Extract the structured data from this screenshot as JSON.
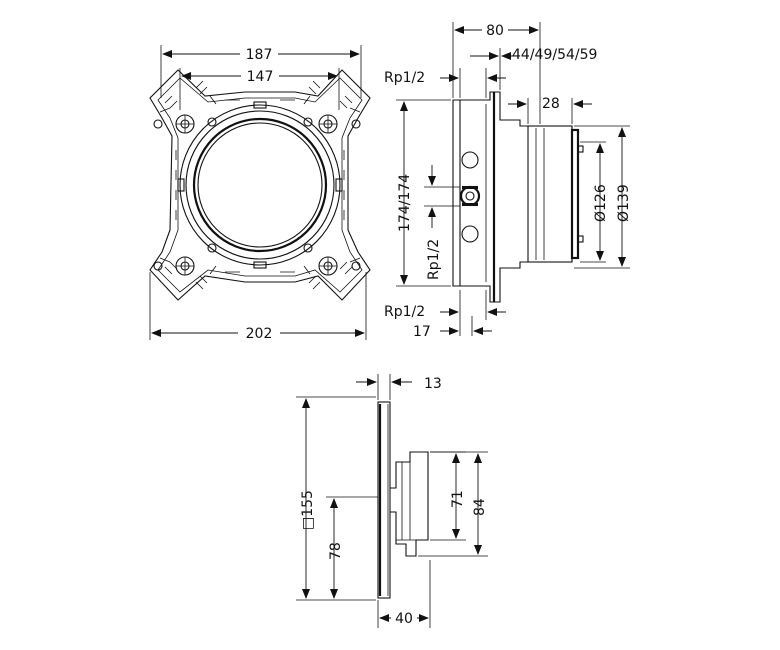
{
  "dimensions": {
    "front_overall_width": "187",
    "front_mount_width": "147",
    "front_bottom_width": "202",
    "side_depth": "80",
    "side_variants": "44/49/54/59",
    "side_thread_top": "Rp1/2",
    "side_flange": "28",
    "side_height": "174/174",
    "side_thread_mid": "Rp1/2",
    "side_diam_inner": "Ø126",
    "side_diam_outer": "Ø139",
    "side_thread_bottom": "Rp1/2",
    "side_offset": "17",
    "lower_plate_thickness": "13",
    "lower_plate_size": "□155",
    "lower_center_height": "78",
    "lower_body_height_a": "71",
    "lower_body_height_b": "84",
    "lower_depth": "40"
  }
}
